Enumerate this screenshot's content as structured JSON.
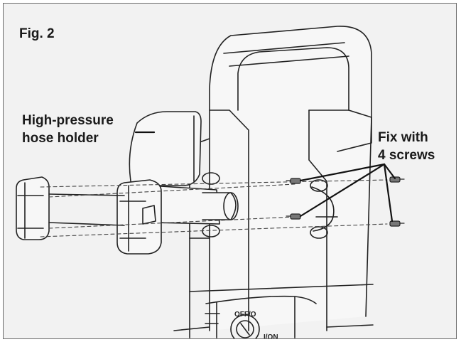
{
  "figure": {
    "label": "Fig. 2"
  },
  "callouts": {
    "hose_holder": {
      "line1": "High-pressure",
      "line2": "hose holder"
    },
    "screws": {
      "line1": "Fix with",
      "line2": "4 screws"
    }
  },
  "switch": {
    "off_label": "OFF/O",
    "on_label": "I/ON"
  },
  "colors": {
    "background": "#f2f2f2",
    "stroke": "#222222",
    "frame": "#6a6a6a"
  }
}
